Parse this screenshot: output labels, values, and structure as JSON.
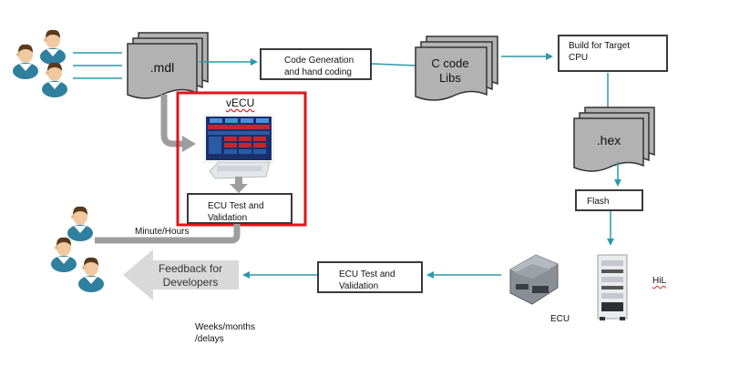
{
  "diagram": {
    "mdl_label": ".mdl",
    "code_gen_label": "Code Generation\nand hand coding",
    "c_code_label": "C code\nLibs",
    "build_label": "Build for Target\nCPU",
    "hex_label": ".hex",
    "flash_label": "Flash",
    "vecu_title": "vECU",
    "vecu_test_label": "ECU Test and\nValidation",
    "minute_hours": "Minute/Hours",
    "feedback_label": "Feedback for\nDevelopers",
    "ecu_test_label": "ECU Test and\nValidation",
    "ecu_label": "ECU",
    "hil_label": "HiL",
    "weeks_label": "Weeks/months\n/delays"
  },
  "colors": {
    "arrow_teal": "#2a9aa8",
    "arrow_gray": "#9e9e9e",
    "doc_gray": "#aeaeae",
    "highlight_red": "#e0161c",
    "person_skin": "#f0c9a0",
    "person_shirt": "#2f7f9f",
    "person_hair": "#5a3a1c"
  }
}
